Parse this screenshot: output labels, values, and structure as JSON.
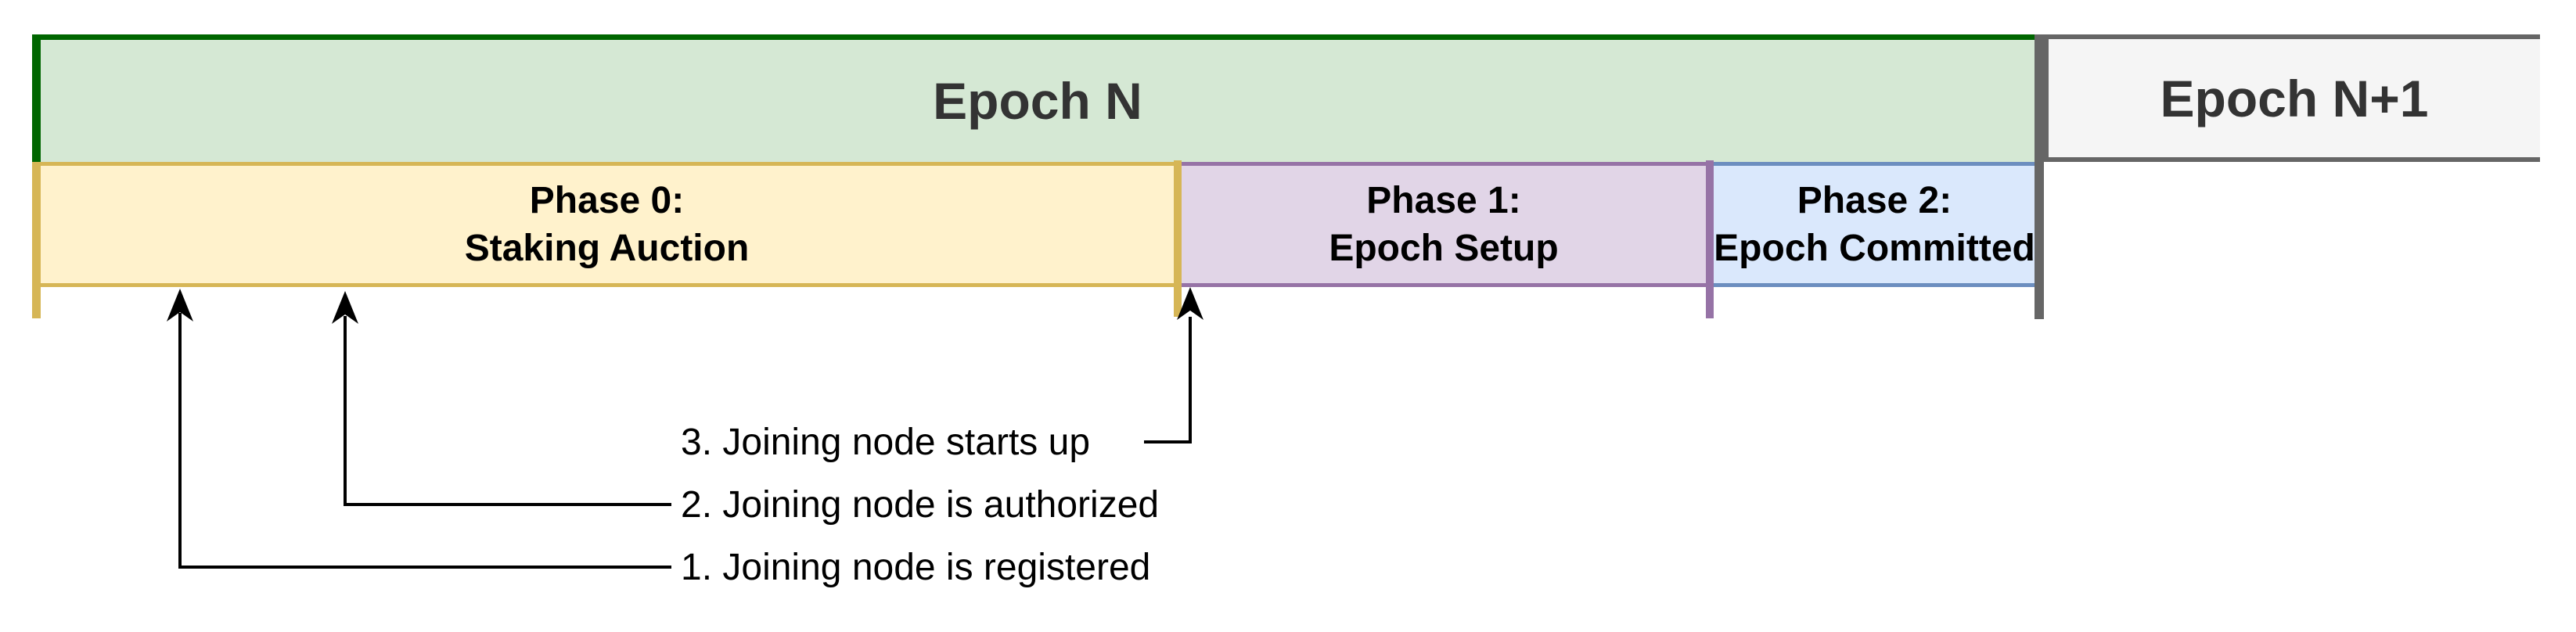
{
  "diagram": {
    "epochs": [
      {
        "label": "Epoch N"
      },
      {
        "label": "Epoch N+1"
      }
    ],
    "phases": [
      {
        "line1": "Phase 0:",
        "line2": "Staking Auction"
      },
      {
        "line1": "Phase 1:",
        "line2": "Epoch Setup"
      },
      {
        "line1": "Phase 2:",
        "line2": "Epoch Committed"
      }
    ],
    "events": [
      {
        "label": "1. Joining node is registered"
      },
      {
        "label": "2. Joining node is authorized"
      },
      {
        "label": "3. Joining node starts up"
      }
    ],
    "colors": {
      "epoch_n_fill": "#d5e8d4",
      "epoch_n_border": "#006600",
      "epoch_n1_fill": "#f5f5f5",
      "epoch_n1_border": "#666666",
      "phase0_fill": "#fff2cc",
      "phase0_border": "#d6b656",
      "phase1_fill": "#e1d5e7",
      "phase1_border": "#9673a6",
      "phase2_fill": "#dae8fc",
      "phase2_border": "#6c8ebf",
      "arrow": "#000000"
    }
  }
}
